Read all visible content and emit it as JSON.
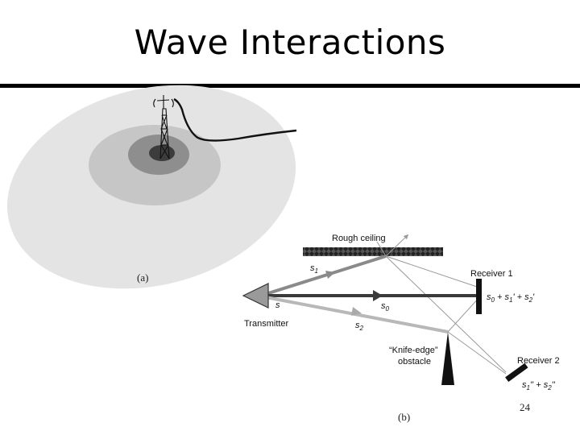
{
  "slide": {
    "title": "Wave Interactions",
    "page_number": "24"
  },
  "figure_a": {
    "caption": "(a)"
  },
  "figure_b": {
    "caption": "(b)",
    "labels": {
      "rough_ceiling": "Rough ceiling",
      "receiver_1": "Receiver 1",
      "receiver_2": "Receiver 2",
      "transmitter": "Transmitter",
      "source": "s",
      "s0": "s",
      "s0_sub": "0",
      "s1": "s",
      "s1_sub": "1",
      "s2": "s",
      "s2_sub": "2",
      "knife_edge_line1": "“Knife-edge”",
      "knife_edge_line2": "obstacle",
      "rx1_sum": "s0 + s1' + s2'",
      "rx2_sum": "s1'' + s2''"
    }
  },
  "colors": {
    "ring_outer": "#e4e4e4",
    "ring_mid": "#c6c6c6",
    "ring_inner": "#8e8e8e",
    "ring_core": "#3c3c3c",
    "path_s1": "#8a8a8a",
    "path_s0": "#3a3a3a",
    "path_s2": "#b8b8b8"
  }
}
